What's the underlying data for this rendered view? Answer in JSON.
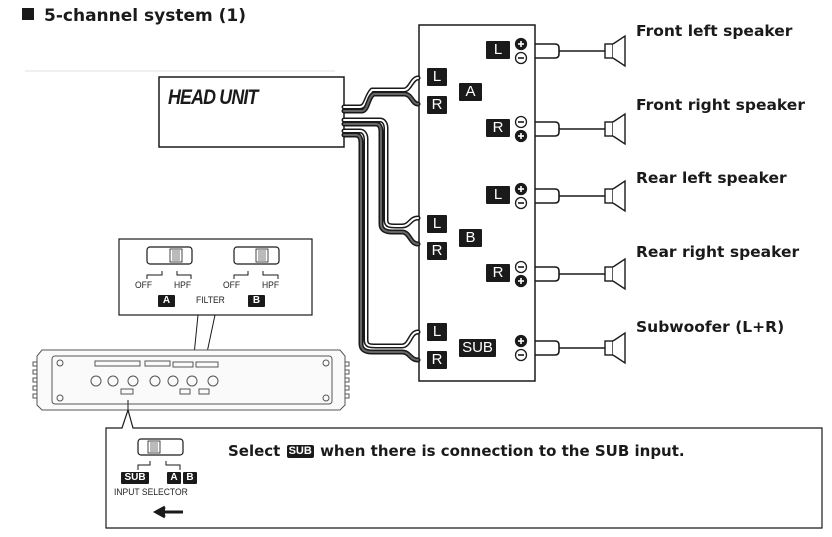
{
  "title": "5-channel system (1)",
  "head_unit": {
    "label": "HEAD UNIT"
  },
  "amplifier": {
    "inputs": [
      {
        "group": "A",
        "channels": [
          "L",
          "R"
        ]
      },
      {
        "group": "B",
        "channels": [
          "L",
          "R"
        ]
      },
      {
        "group": "SUB",
        "channels": [
          "L",
          "R"
        ]
      }
    ],
    "outputs": [
      {
        "channel": "L",
        "polarity_top": "+",
        "polarity_bottom": "−",
        "speaker": "Front left speaker"
      },
      {
        "channel": "R",
        "polarity_top": "−",
        "polarity_bottom": "+",
        "speaker": "Front right speaker"
      },
      {
        "channel": "L",
        "polarity_top": "+",
        "polarity_bottom": "−",
        "speaker": "Rear left speaker"
      },
      {
        "channel": "R",
        "polarity_top": "−",
        "polarity_bottom": "+",
        "speaker": "Rear right speaker"
      },
      {
        "channel": "",
        "polarity_top": "+",
        "polarity_bottom": "−",
        "speaker": "Subwoofer (L+R)"
      }
    ]
  },
  "filter_callout": {
    "switch_a": {
      "left": "OFF",
      "right": "HPF",
      "position": "right"
    },
    "switch_b": {
      "left": "OFF",
      "right": "HPF",
      "position": "right"
    },
    "badge_a": "A",
    "badge_b": "B",
    "label": "FILTER"
  },
  "input_selector_callout": {
    "options": [
      "SUB",
      "A",
      "B"
    ],
    "selected": "SUB",
    "label": "INPUT SELECTOR",
    "arrow": "left-arrow",
    "note_before": "Select",
    "note_badge": "SUB",
    "note_after": "when there is connection to the SUB input."
  },
  "colors": {
    "ink": "#1a1a1a",
    "wire_dark": "#555555",
    "wire_light": "#ffffff"
  }
}
